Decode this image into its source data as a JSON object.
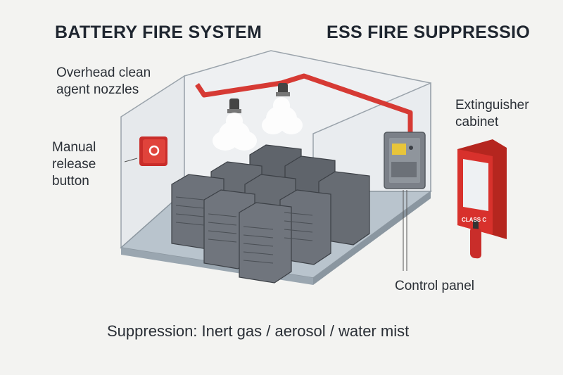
{
  "titles": {
    "left": "BATTERY FIRE SYSTEM",
    "right": "ESS FIRE SUPPRESSIO"
  },
  "labels": {
    "nozzles": "Overhead clean\nagent nozzles",
    "manual": "Manual\nrelease\nbutton",
    "extinguisher": "Extinguisher\ncabinet",
    "control": "Control panel"
  },
  "caption": "Suppression: Inert gas / aerosol / water mist",
  "extinguisher_tag": "CLASS C",
  "colors": {
    "pipe": "#d63a34",
    "cabinet": "#d8312c",
    "rack": "#5f646b",
    "floor": "#b7c3cc"
  }
}
